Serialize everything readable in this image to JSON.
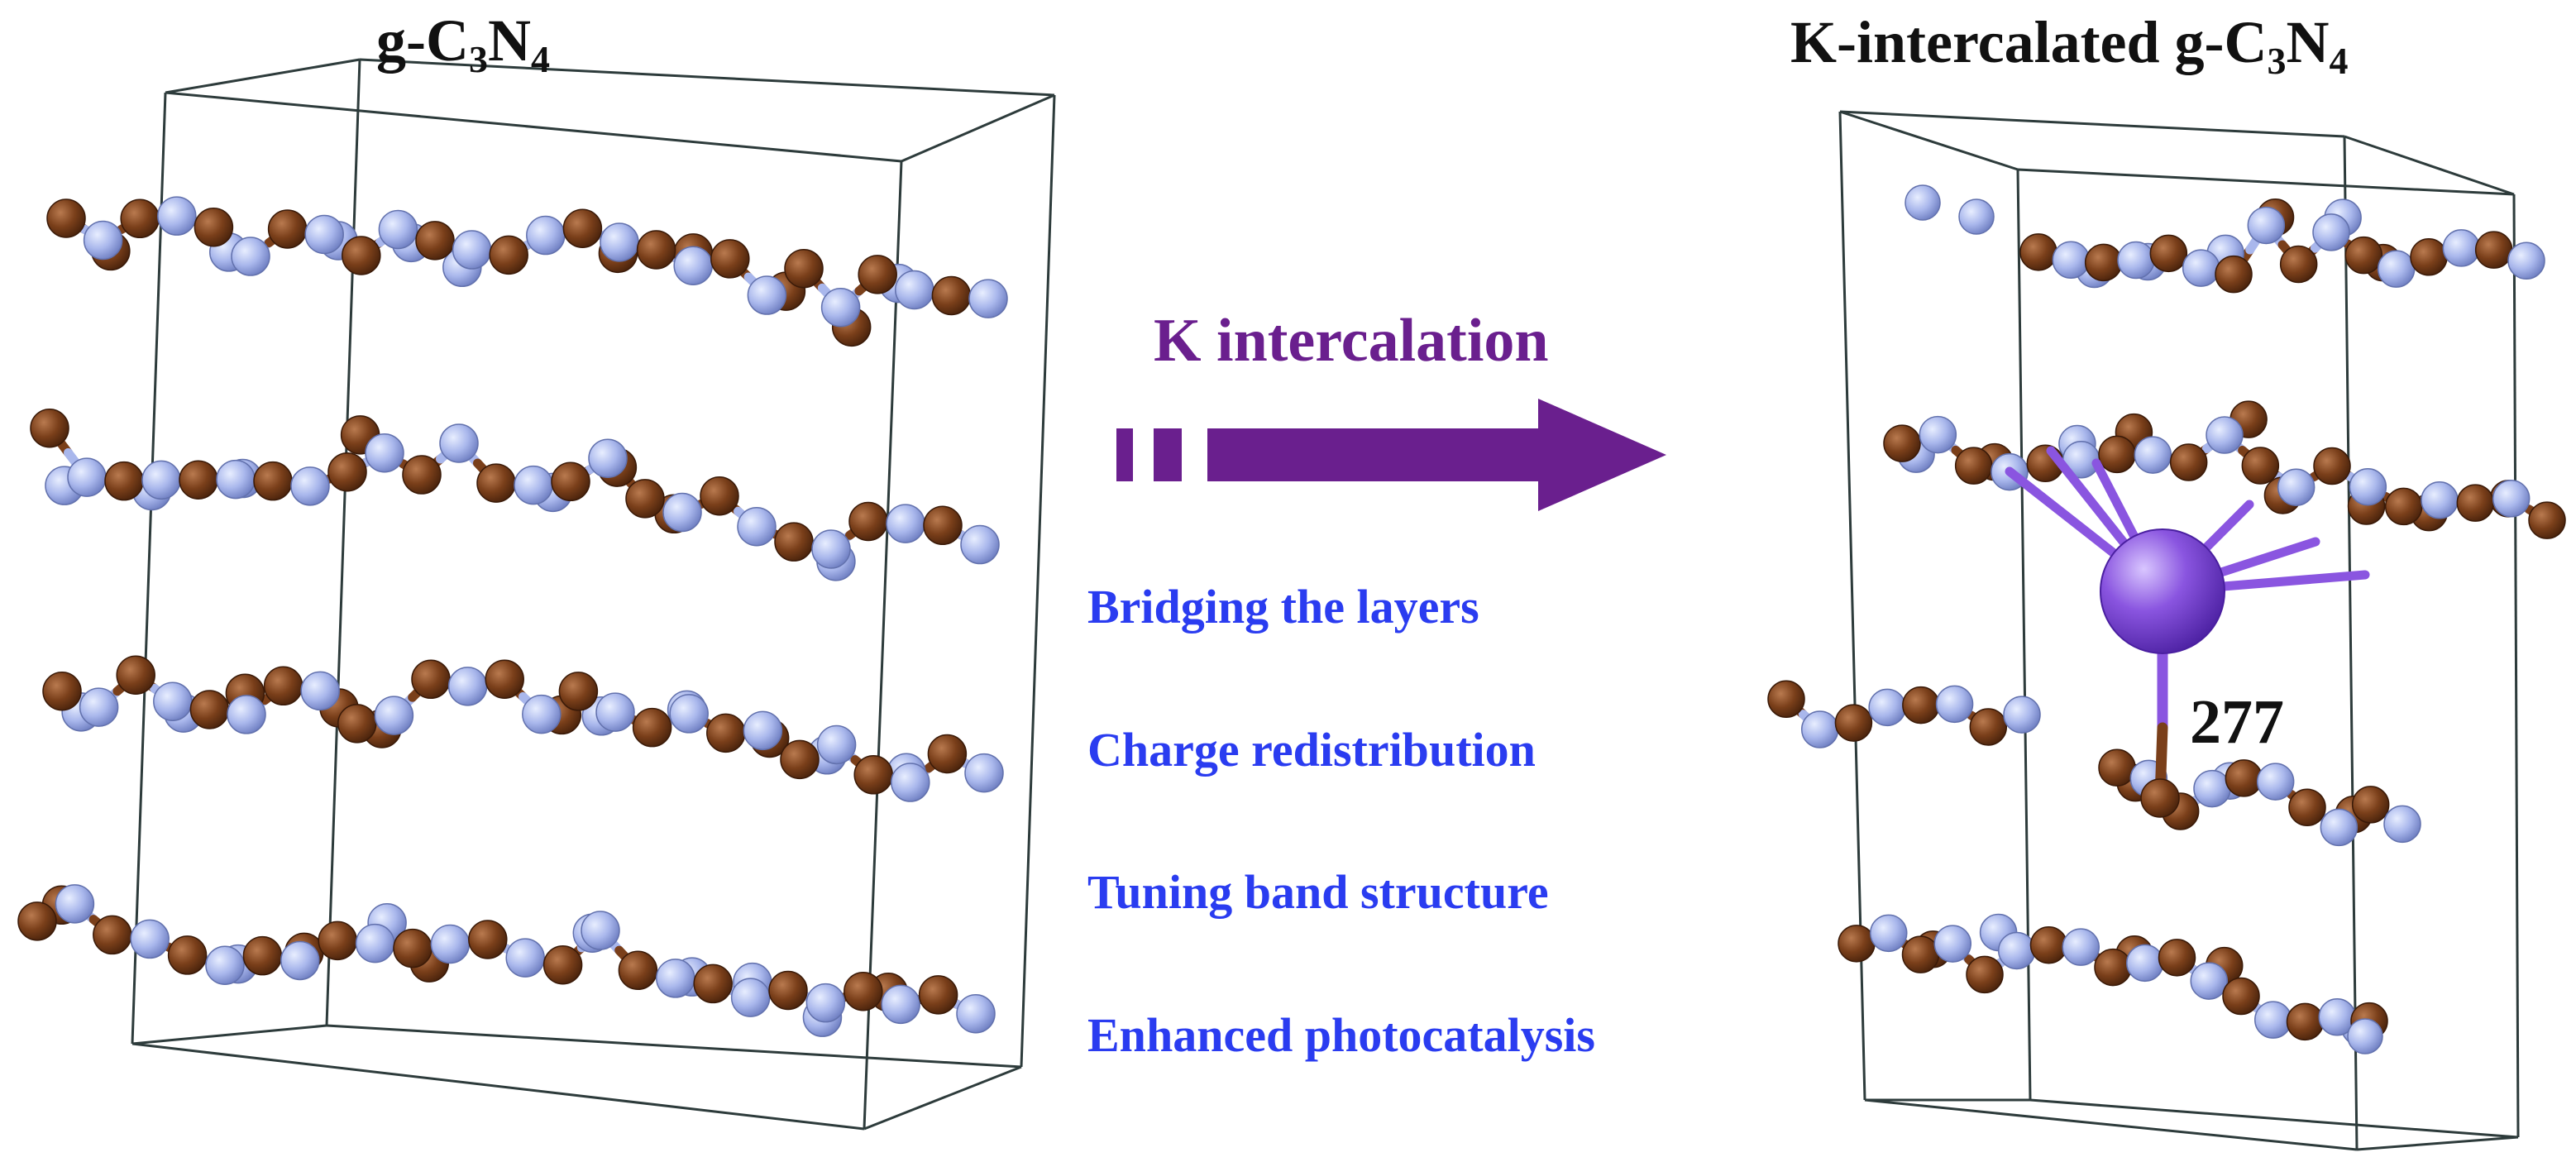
{
  "left_title": {
    "prefix": "g-C",
    "sub1": "3",
    "mid": "N",
    "sub2": "4"
  },
  "right_title": {
    "prefix": "K-intercalated g-C",
    "sub1": "3",
    "mid": "N",
    "sub2": "4"
  },
  "arrow_label": "K intercalation",
  "features": [
    "Bridging the layers",
    "Charge redistribution",
    "Tuning band structure",
    "Enhanced photocatalysis"
  ],
  "distance_label": "277",
  "colors": {
    "carbon": "#7a3f1a",
    "nitrogen": "#a9b7ec",
    "potassium": "#8a55e0",
    "arrow": "#6a1f8e",
    "feature_text": "#2a3cf0",
    "cell_line": "#2d3b3b"
  }
}
